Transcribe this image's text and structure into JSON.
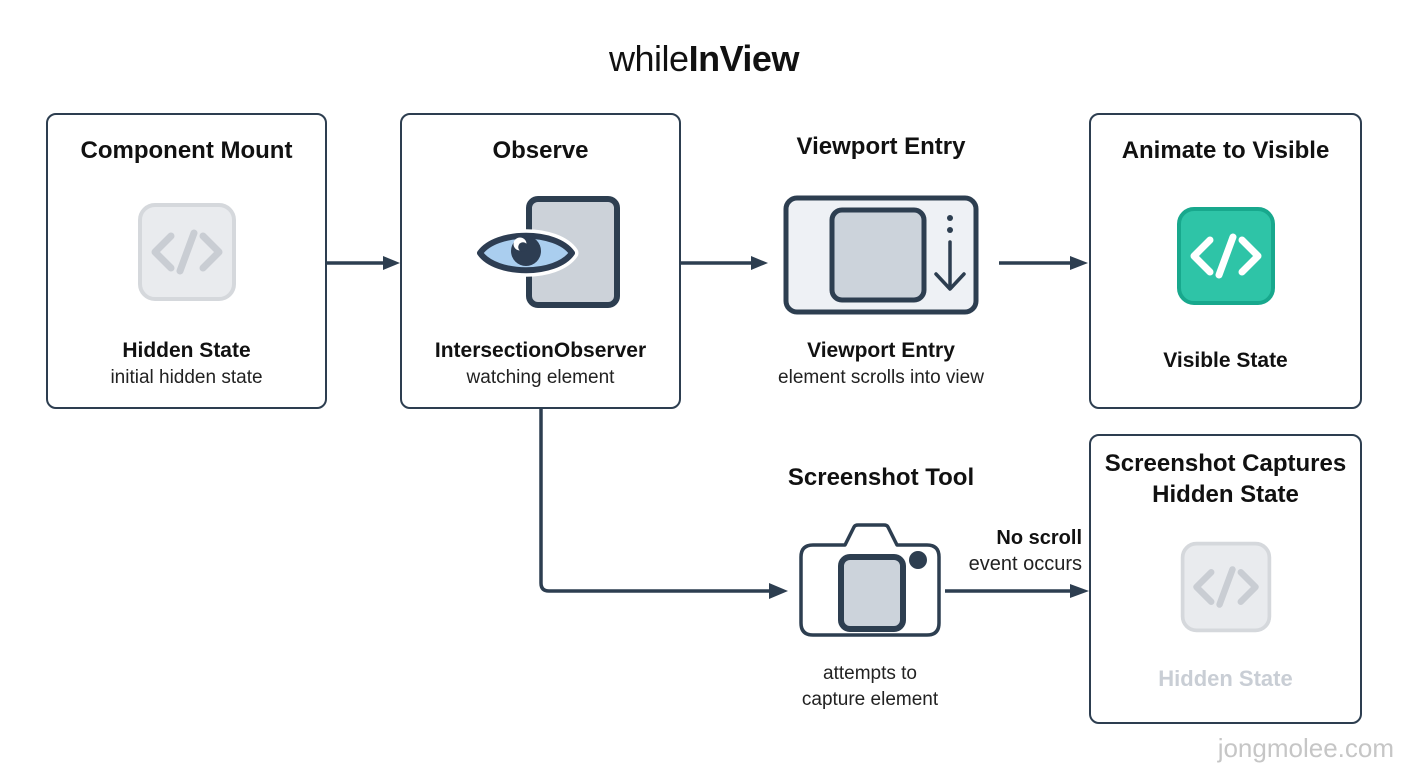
{
  "title": {
    "regular": "while",
    "bold": "InView"
  },
  "flow": {
    "component_mount": {
      "heading": "Component Mount",
      "state_label": "Hidden State",
      "state_sublabel": "initial hidden state"
    },
    "observe": {
      "heading": "Observe",
      "state_label": "IntersectionObserver",
      "state_sublabel": "watching element"
    },
    "viewport_entry": {
      "heading": "Viewport Entry",
      "state_label": "Viewport Entry",
      "state_sublabel": "element scrolls into view"
    },
    "animate_to_visible": {
      "heading": "Animate to Visible",
      "state_label": "Visible State"
    }
  },
  "screenshot_branch": {
    "tool": {
      "heading": "Screenshot Tool",
      "caption_line1": "attempts to",
      "caption_line2": "capture element"
    },
    "edge_label": {
      "line1": "No scroll",
      "line2": "event occurs"
    },
    "result": {
      "heading": "Screenshot Captures Hidden State",
      "state_label": "Hidden State"
    }
  },
  "watermark": "jongmolee.com",
  "colors": {
    "stroke": "#2d3e50",
    "accent_teal": "#2ec4a7",
    "accent_teal_border": "#18a88d",
    "hidden_gray_fill": "#e9ebee",
    "hidden_gray_stroke": "#d5d8dc",
    "hidden_gray_text": "#c9ced5",
    "eye_blue": "#aaceef",
    "panel_fill": "#eef1f5",
    "inner_gray": "#ccd3db",
    "watermark_gray": "#c6c6c6"
  }
}
